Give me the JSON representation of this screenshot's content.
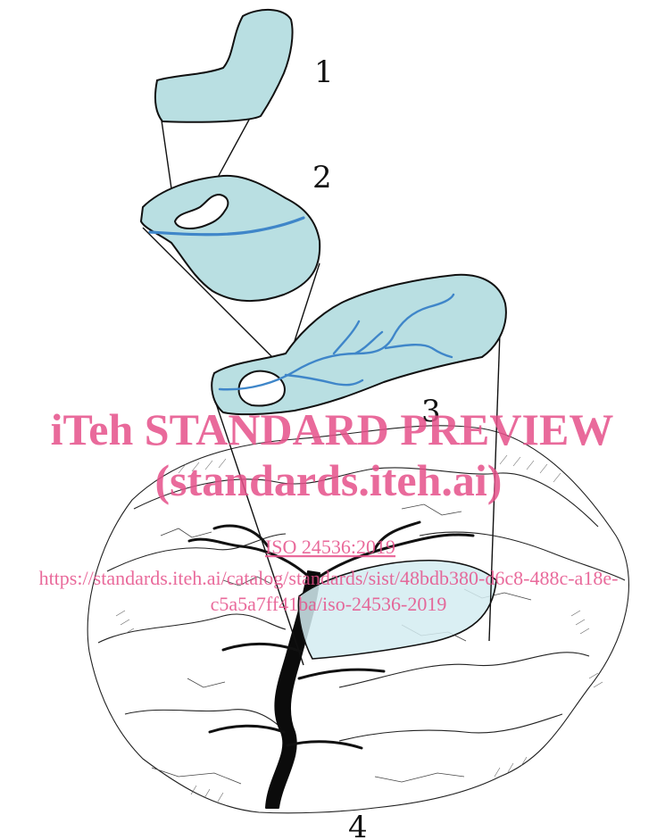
{
  "labels": {
    "stage1": "1",
    "stage2": "2",
    "stage3": "3",
    "stage4": "4"
  },
  "watermark": {
    "title": "iTeh STANDARD PREVIEW",
    "subtitle": "(standards.iteh.ai)",
    "standard": "ISO 24536:2019",
    "url_line1": "https://standards.iteh.ai/catalog/standards/sist/48bdb380-d6c8-488c-a18e-",
    "url_line2": "c5a5a7ff41ba/iso-24536-2019"
  },
  "colors": {
    "basin_fill": "#b9dfe2",
    "stream": "#3f86c9",
    "watermark": "#e5508a"
  }
}
